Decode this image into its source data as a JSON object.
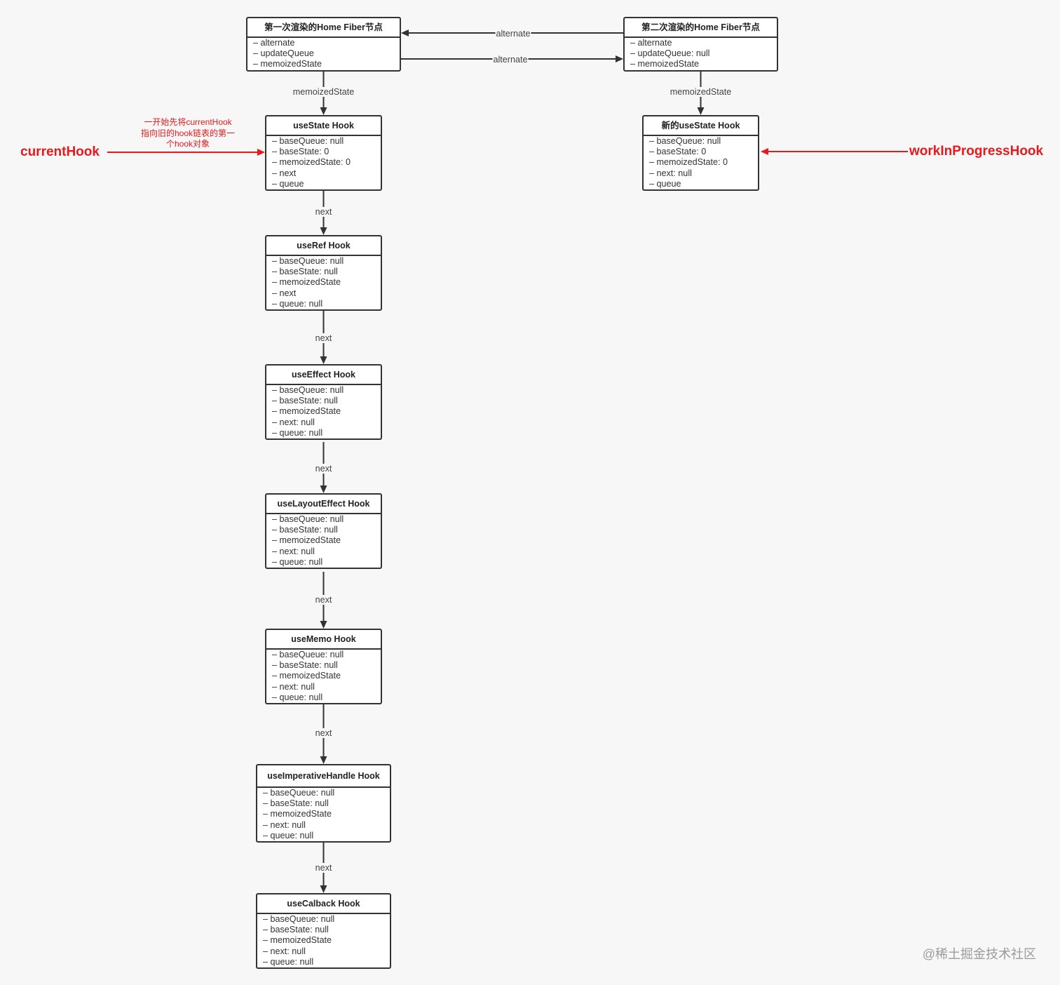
{
  "colors": {
    "background": "#f7f7f7",
    "node_border": "#333333",
    "node_fill": "#ffffff",
    "text": "#333333",
    "edge": "#333333",
    "edge_label": "#444444",
    "pointer": "#e8191c",
    "watermark": "#9b9b9b"
  },
  "fiber_nodes": {
    "first_render": {
      "title": "第一次渲染的Home Fiber节点",
      "fields": [
        "– alternate",
        "– updateQueue",
        "– memoizedState"
      ]
    },
    "second_render": {
      "title": "第二次渲染的Home Fiber节点",
      "fields": [
        "– alternate",
        "– updateQueue: null",
        "– memoizedState"
      ]
    }
  },
  "current_hooks": [
    {
      "title": "useState Hook",
      "fields": [
        "– baseQueue: null",
        "– baseState: 0",
        "– memoizedState: 0",
        "– next",
        "– queue"
      ]
    },
    {
      "title": "useRef Hook",
      "fields": [
        "– baseQueue: null",
        "– baseState: null",
        "– memoizedState",
        "– next",
        "– queue: null"
      ]
    },
    {
      "title": "useEffect Hook",
      "fields": [
        "– baseQueue: null",
        "– baseState: null",
        "– memoizedState",
        "– next: null",
        "– queue: null"
      ]
    },
    {
      "title": "useLayoutEffect Hook",
      "fields": [
        "– baseQueue: null",
        "– baseState: null",
        "– memoizedState",
        "– next: null",
        "– queue: null"
      ]
    },
    {
      "title": "useMemo Hook",
      "fields": [
        "– baseQueue: null",
        "– baseState: null",
        "– memoizedState",
        "– next: null",
        "– queue: null"
      ]
    },
    {
      "title": "useImperativeHandle Hook",
      "fields": [
        "– baseQueue: null",
        "– baseState: null",
        "– memoizedState",
        "– next: null",
        "– queue: null"
      ]
    },
    {
      "title": "useCalback Hook",
      "fields": [
        "– baseQueue: null",
        "– baseState: null",
        "– memoizedState",
        "– next: null",
        "– queue: null"
      ]
    }
  ],
  "work_in_progress_hook": {
    "title": "新的useState Hook",
    "fields": [
      "– baseQueue: null",
      "– baseState: 0",
      "– memoizedState: 0",
      "– next: null",
      "– queue"
    ]
  },
  "edges": {
    "alternate_second_to_first": "alternate",
    "alternate_first_to_second": "alternate",
    "first_memoized_state": "memoizedState",
    "second_memoized_state": "memoizedState",
    "next_labels": [
      "next",
      "next",
      "next",
      "next",
      "next",
      "next"
    ]
  },
  "pointers": {
    "current_hook": {
      "label": "currentHook",
      "note": [
        "一开始先将currentHook",
        "指向旧的hook链表的第一",
        "个hook对象"
      ]
    },
    "work_in_progress_hook": {
      "label": "workInProgressHook"
    }
  },
  "watermark": "@稀土掘金技术社区"
}
